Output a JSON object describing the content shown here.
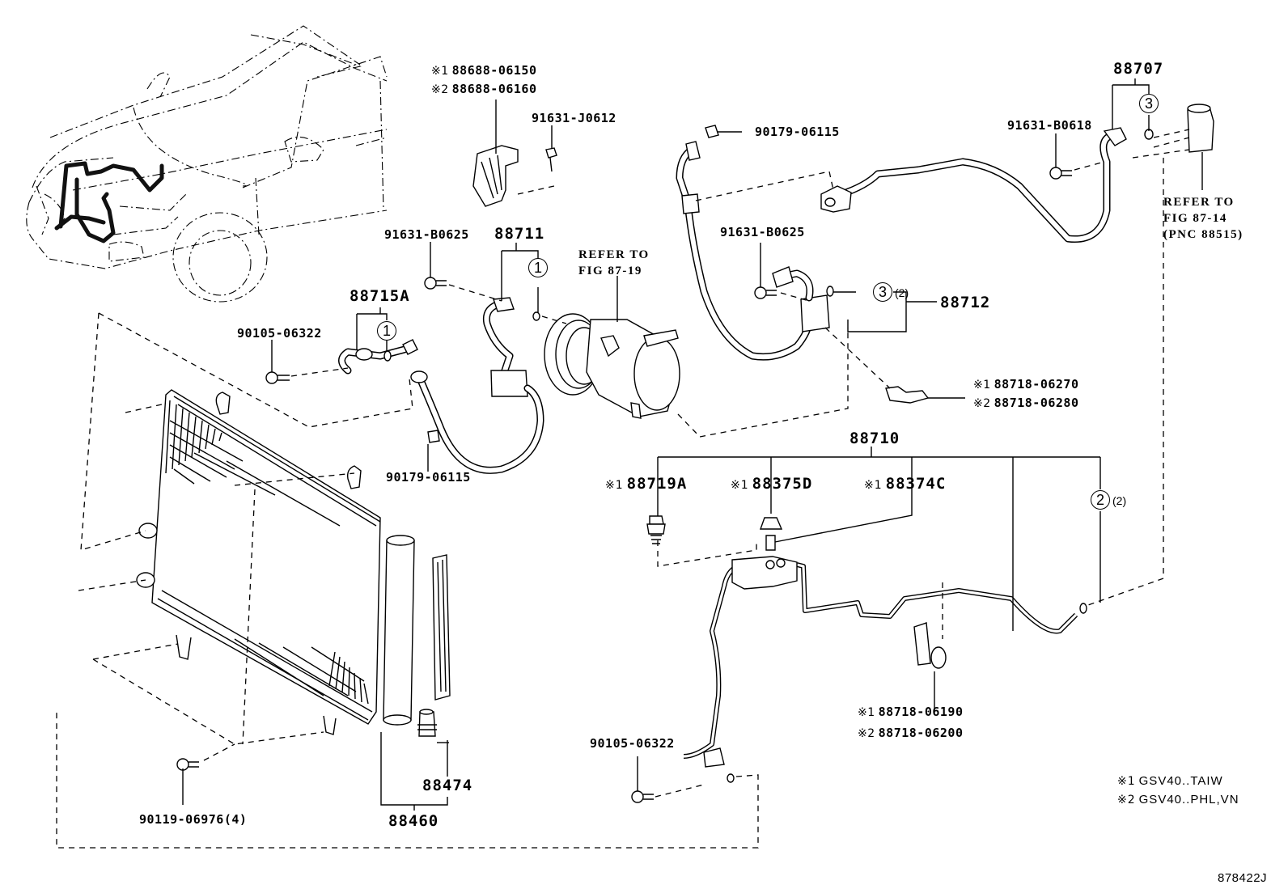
{
  "diagram": {
    "figure_id": "878422J",
    "vehicle_note_marks": {
      "mark1": "※1",
      "mark2": "※2"
    },
    "legend": [
      {
        "mark": "※1",
        "text": "GSV40..TAIW"
      },
      {
        "mark": "※2",
        "text": "GSV40..PHL,VN"
      }
    ],
    "callouts": {
      "bracket_88688": {
        "line1_mark": "※1",
        "line1": "88688-06150",
        "line2_mark": "※2",
        "line2": "88688-06160"
      },
      "bolt_j0612": "91631-J0612",
      "bolt_b0625_left": "91631-B0625",
      "hose_88711": "88711",
      "refer_compressor": {
        "line1": "REFER TO",
        "line2": "FIG 87-19"
      },
      "tube_88715a": "88715A",
      "bolt_06322_left": "90105-06322",
      "nut_06115_left": "90179-06115",
      "nut_06115_top": "90179-06115",
      "bolt_b0625_right": "91631-B0625",
      "hose_88712": "88712",
      "tube_88707": "88707",
      "bolt_b0618": "91631-B0618",
      "refer_valve": {
        "line1": "REFER TO",
        "line2": "FIG 87-14",
        "line3": "(PNC 88515)"
      },
      "clamp_88718_a": {
        "line1_mark": "※1",
        "line1": "88718-06270",
        "line2_mark": "※2",
        "line2": "88718-06280"
      },
      "tube_88710": "88710",
      "switch_88719a": {
        "mark": "※1",
        "text": "88719A"
      },
      "valve_88375d": {
        "mark": "※1",
        "text": "88375D"
      },
      "valve_88374c": {
        "mark": "※1",
        "text": "88374C"
      },
      "clamp_88718_b": {
        "line1_mark": "※1",
        "line1": "88718-06190",
        "line2_mark": "※2",
        "line2": "88718-06200"
      },
      "bolt_06322_bottom": "90105-06322",
      "bolt_06976": "90119-06976(4)",
      "condenser_88460": "88460",
      "element_88474": "88474"
    },
    "o_ring_keys": [
      {
        "id": "k1_88711",
        "number": "1",
        "qty": ""
      },
      {
        "id": "k1_88715a",
        "number": "1",
        "qty": ""
      },
      {
        "id": "k3_88707",
        "number": "3",
        "qty": ""
      },
      {
        "id": "k3_88712",
        "number": "3",
        "qty": "(2)"
      },
      {
        "id": "k2_88710",
        "number": "2",
        "qty": "(2)"
      }
    ]
  }
}
